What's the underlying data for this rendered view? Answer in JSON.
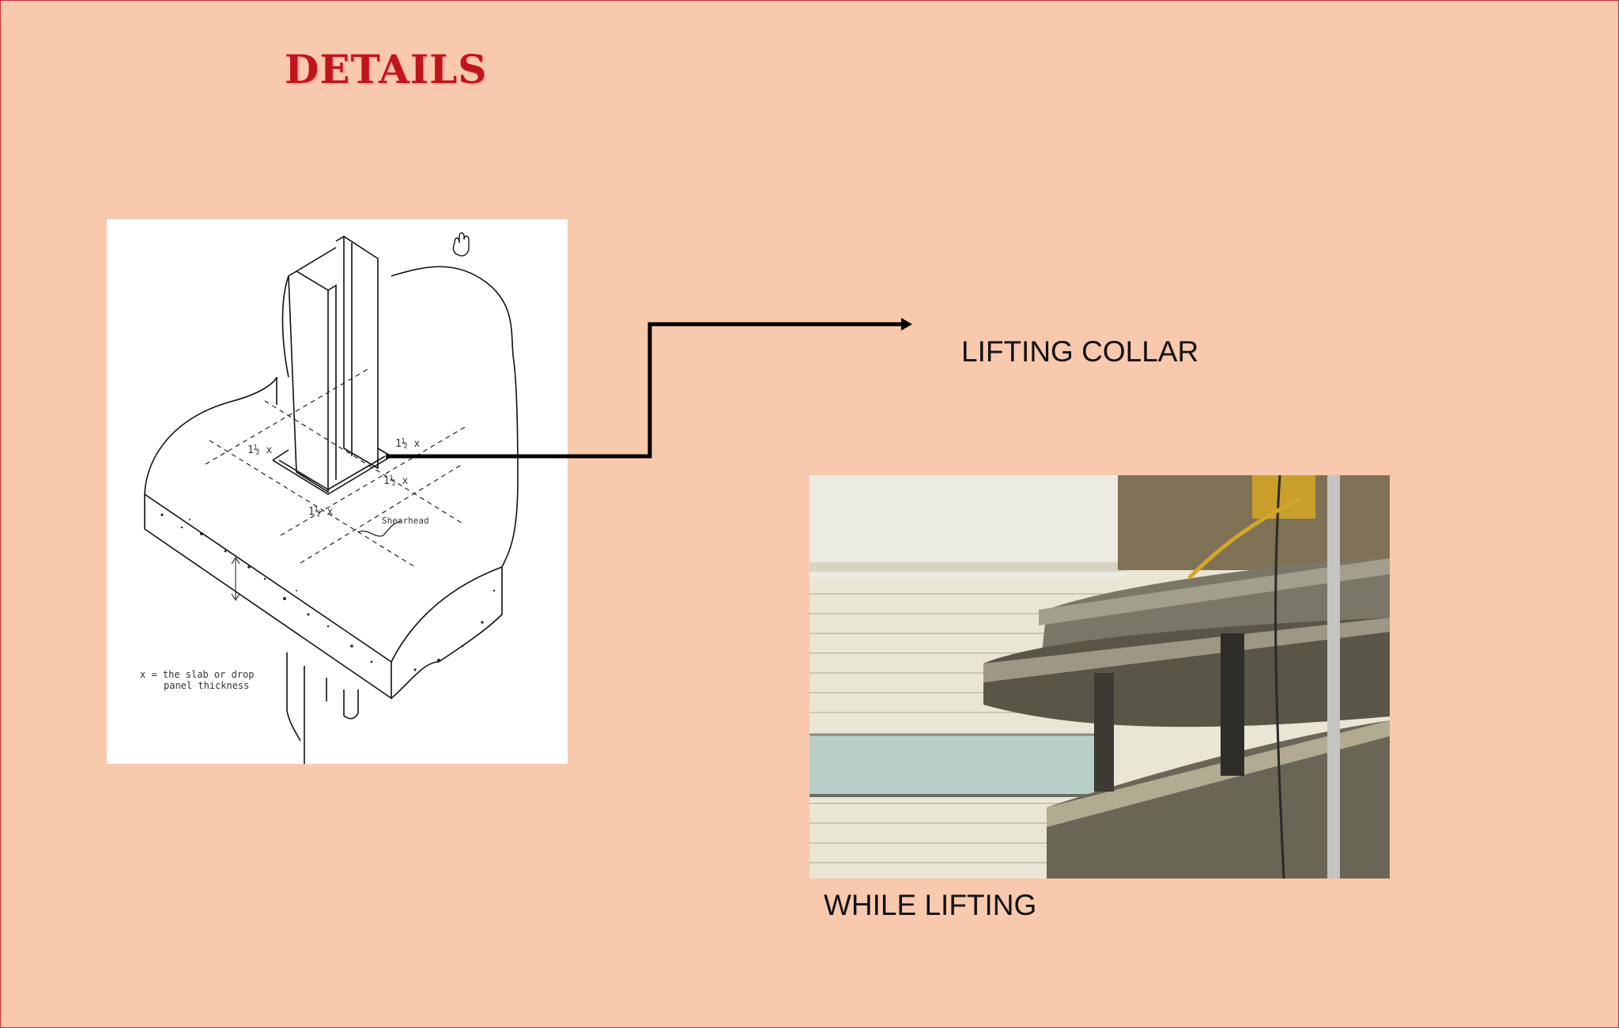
{
  "slide": {
    "title": "DETAILS",
    "labels": {
      "lifting_collar": "LIFTING COLLAR",
      "while_lifting": "WHILE LIFTING"
    }
  },
  "drawing": {
    "dimension_labels": [
      "1½ x",
      "1½ x",
      "1½ x",
      "1½ x"
    ],
    "shearhead_label": "Shearhead",
    "note_line_1": "x = the slab or drop",
    "note_line_2": "panel thickness"
  },
  "colors": {
    "background": "#f8c9ad",
    "title": "#c0151b",
    "arrow": "#000000"
  }
}
